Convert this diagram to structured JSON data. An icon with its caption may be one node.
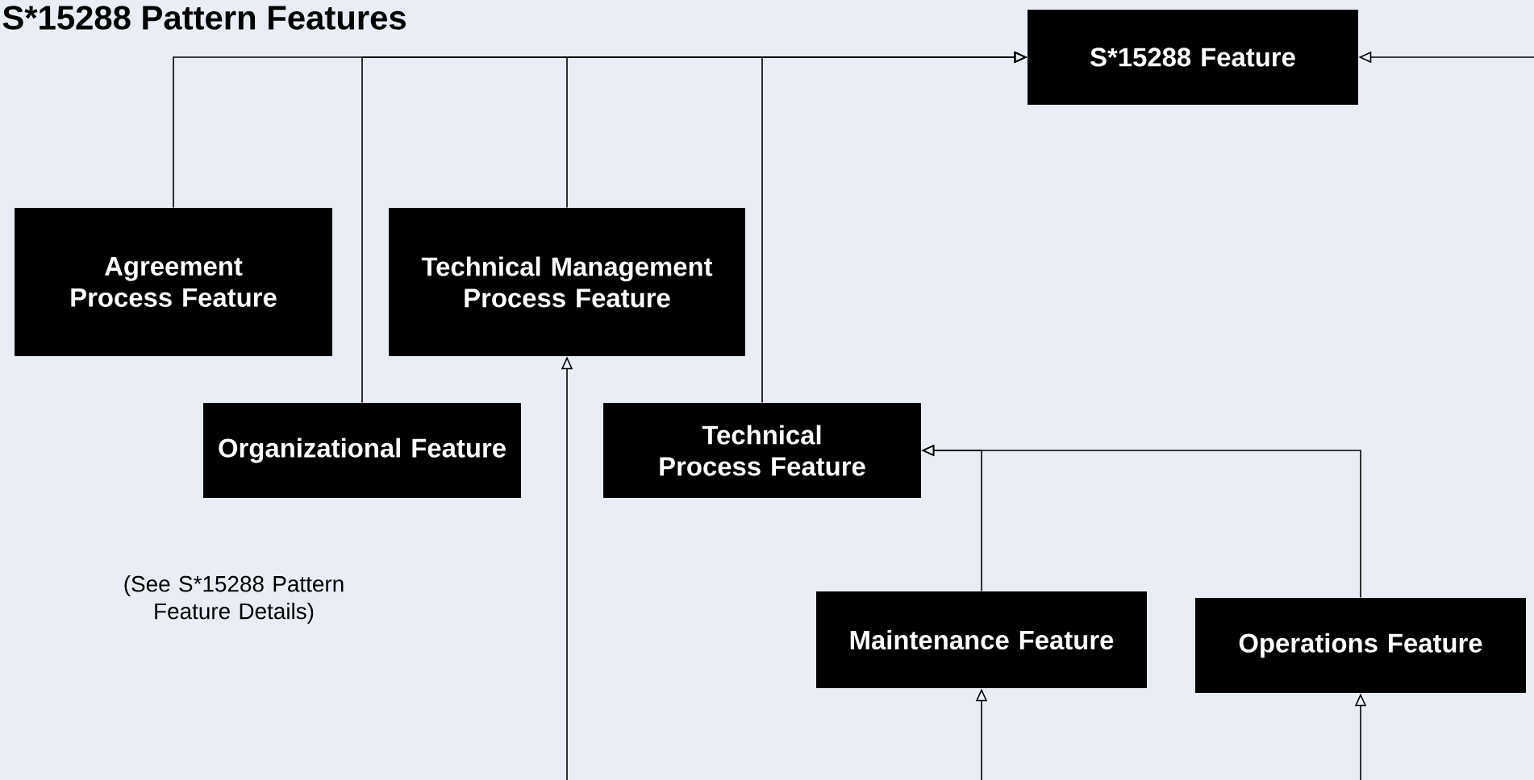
{
  "diagram": {
    "title": "S*15288 Pattern Features",
    "nodes": [
      {
        "text": [
          "S*15288 Feature"
        ]
      },
      {
        "text": [
          "Agreement Process Feature"
        ]
      },
      {
        "text": [
          "Technical Management Process Feature"
        ]
      },
      {
        "text": [
          "Organizational Feature"
        ]
      },
      {
        "text": [
          "Technical Process Feature"
        ]
      },
      {
        "text": [
          "Maintenance Feature"
        ]
      },
      {
        "text": [
          "Operations Feature"
        ]
      }
    ],
    "edges": [
      {
        "from": 1,
        "to": 0,
        "arrow": "to"
      },
      {
        "from": 3,
        "to": 0,
        "arrow": "to"
      },
      {
        "from": 2,
        "to": 0,
        "arrow": "to"
      },
      {
        "from": 4,
        "to": 0,
        "arrow": "to"
      },
      {
        "from": null,
        "to": 0,
        "arrow": "to"
      },
      {
        "from": 5,
        "to": 4,
        "arrow": "to"
      },
      {
        "from": 6,
        "to": 4,
        "arrow": "to"
      },
      {
        "from": null,
        "to": 2,
        "arrow": "to"
      },
      {
        "from": null,
        "to": 5,
        "arrow": "to"
      },
      {
        "from": null,
        "to": 6,
        "arrow": "to"
      }
    ],
    "labels": [
      "(See S*15288 Pattern Feature Details)"
    ]
  }
}
